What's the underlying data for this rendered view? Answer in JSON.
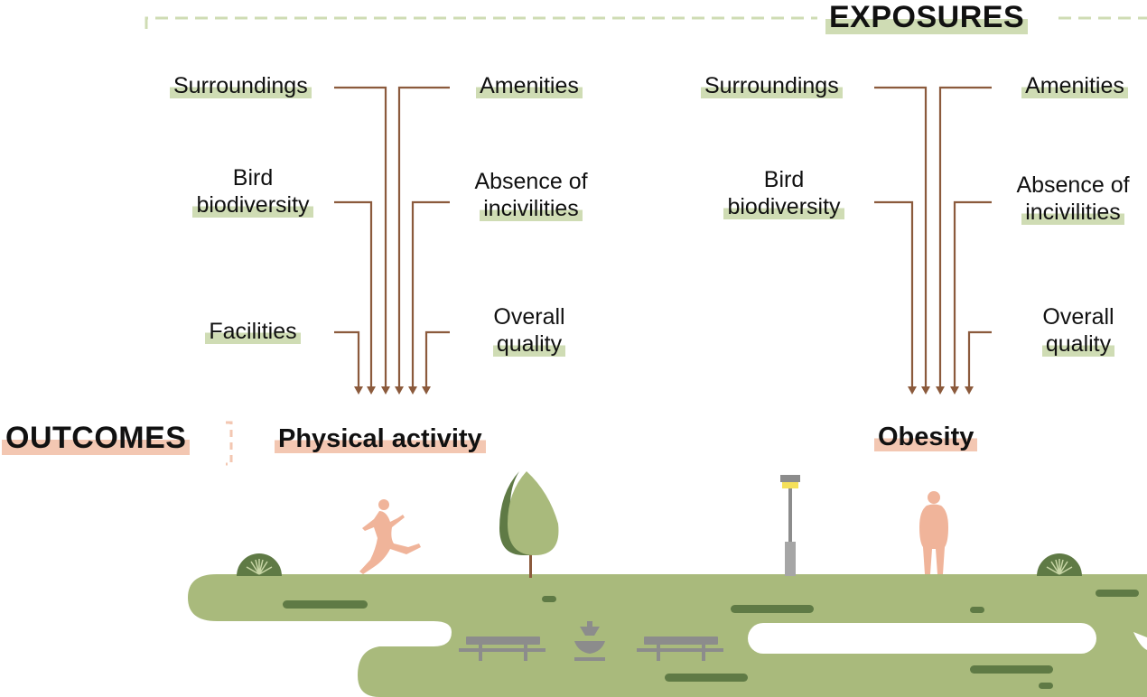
{
  "exposures": {
    "heading": "EXPOSURES"
  },
  "outcomes": {
    "heading": "OUTCOMES"
  },
  "left_panel": {
    "outcome": "Physical activity",
    "left_labels": [
      "Surroundings",
      "Bird",
      "biodiversity",
      "Facilities"
    ],
    "right_labels": [
      "Amenities",
      "Absence of",
      "incivilities",
      "Overall",
      "quality"
    ]
  },
  "right_panel": {
    "outcome": "Obesity",
    "left_labels": [
      "Surroundings",
      "Bird",
      "biodiversity"
    ],
    "right_labels": [
      "Amenities",
      "Absence of",
      "incivilities",
      "Overall",
      "quality"
    ]
  },
  "colors": {
    "arrow": "#8b5a3c",
    "exposure_highlight": "#cfdcb4",
    "outcome_highlight": "#f3c7b2",
    "park_green": "#a9ba7c",
    "dark_green": "#5f7a45",
    "figure": "#f0b49a",
    "bench_grey": "#8c8c8c"
  },
  "icons": [
    "runner-icon",
    "tree-icon",
    "streetlamp-icon",
    "standing-person-icon",
    "bush-icon",
    "bench-icon",
    "fountain-icon"
  ]
}
